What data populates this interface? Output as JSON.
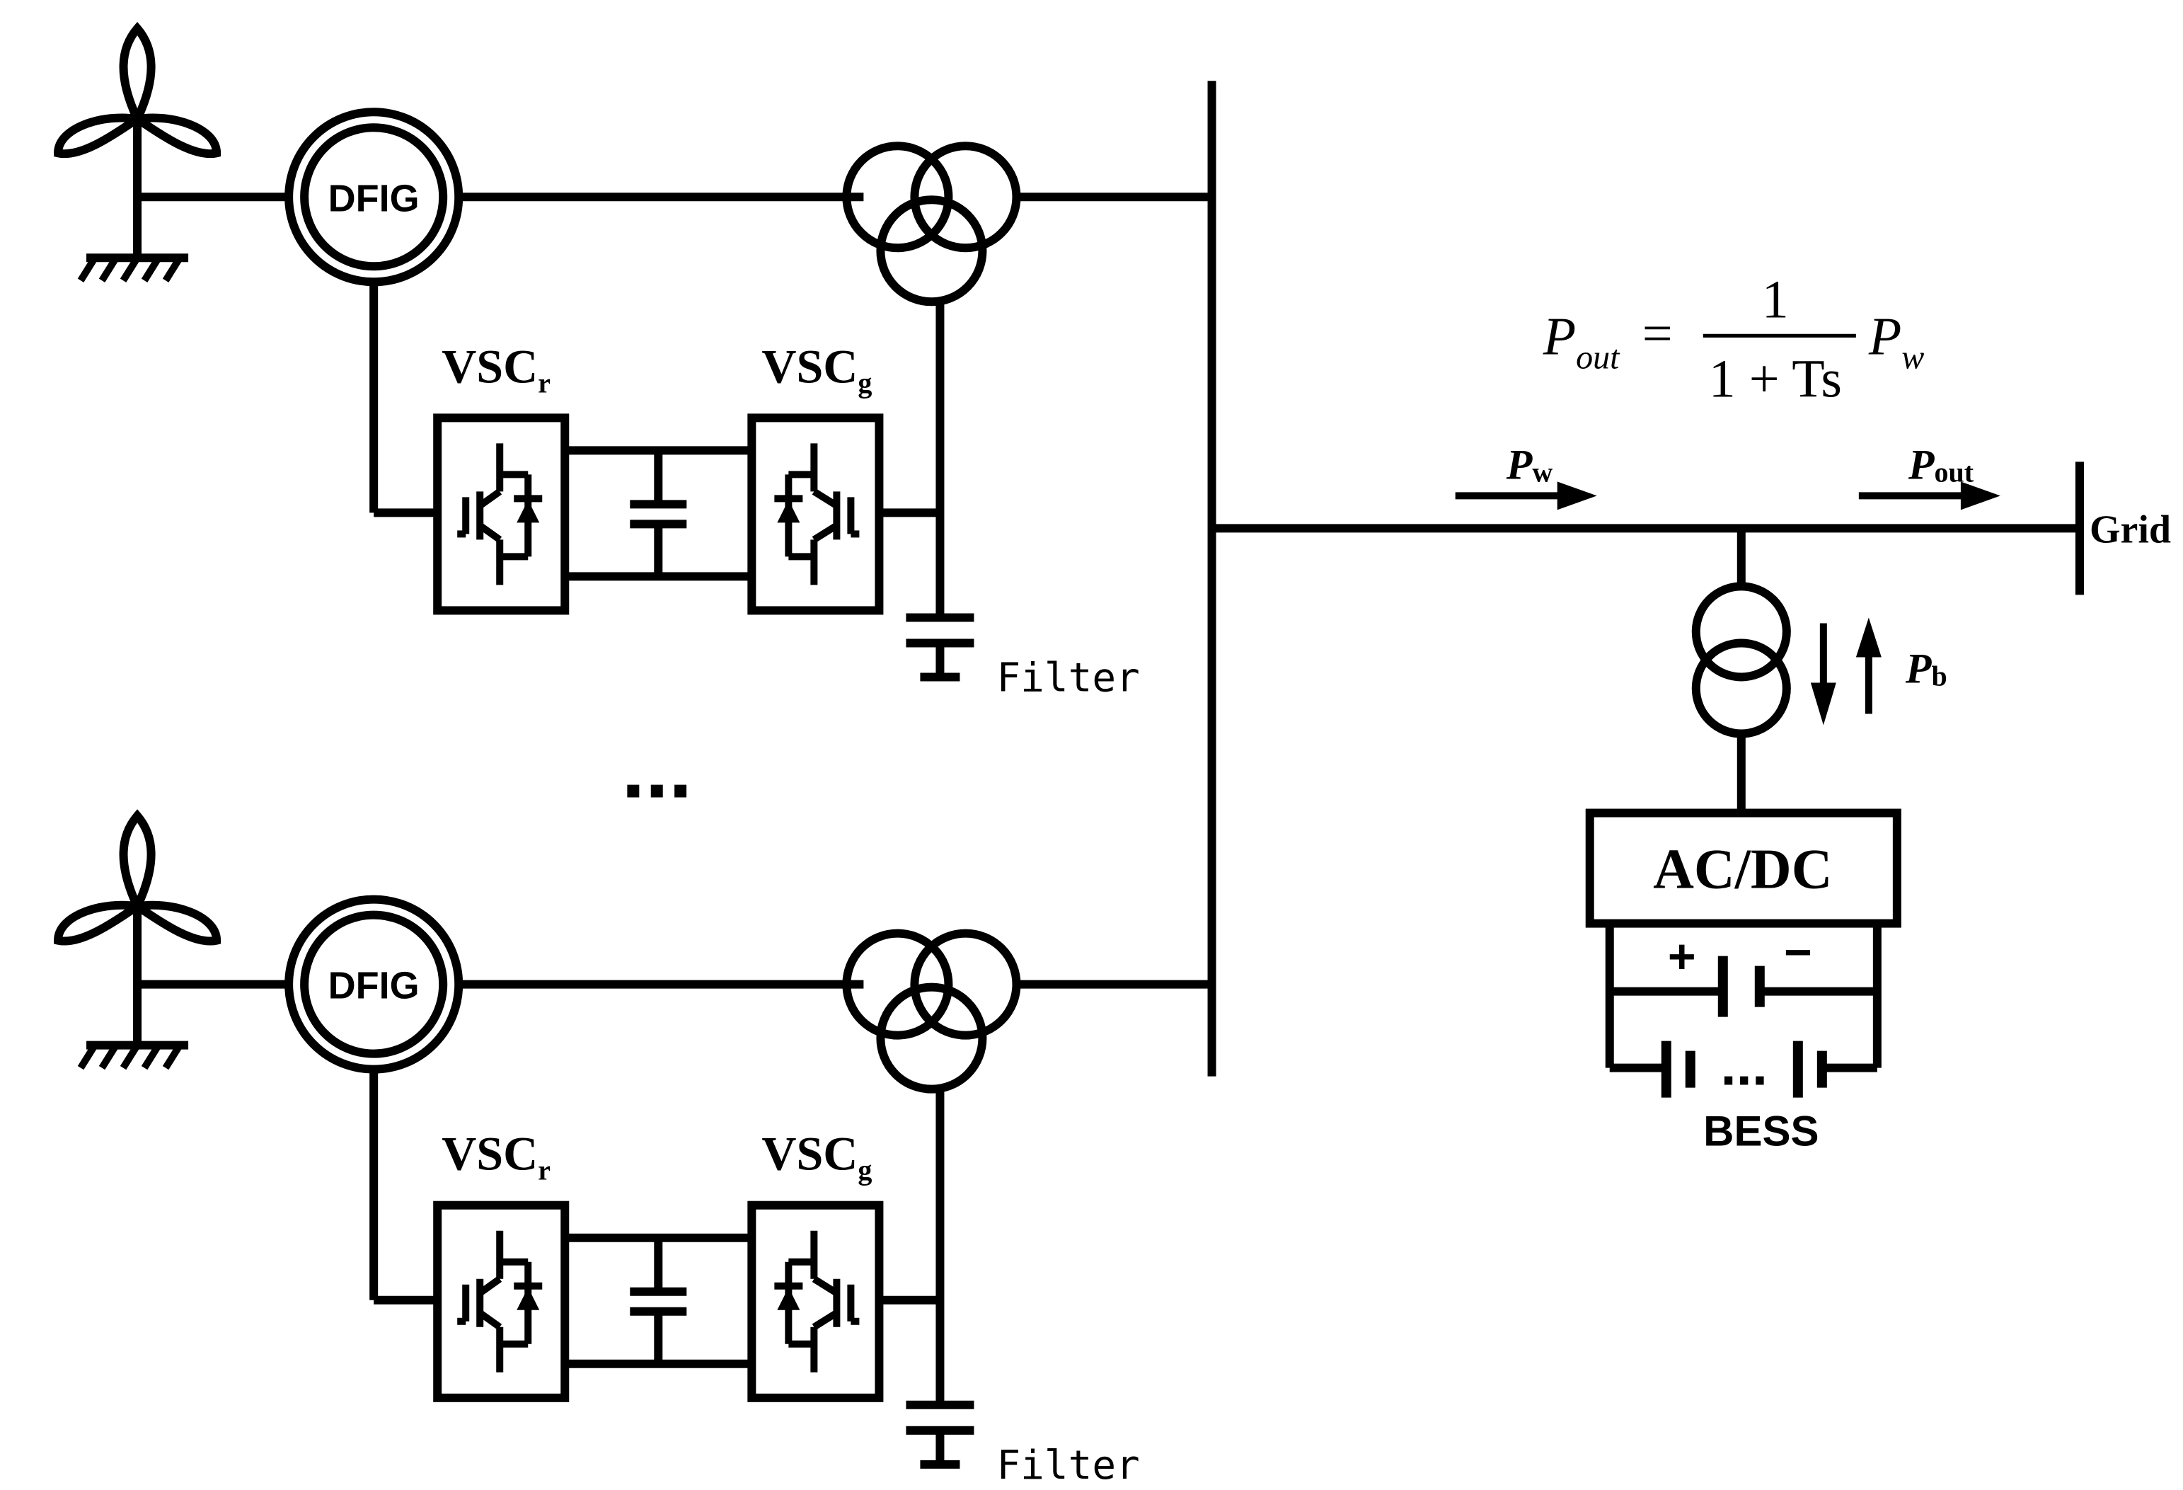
{
  "generator_label": "DFIG",
  "rotor_converter": {
    "main": "VSC",
    "sub": "r"
  },
  "grid_converter": {
    "main": "VSC",
    "sub": "g"
  },
  "filter_label": "Filter",
  "ellipsis": "...",
  "formula": {
    "lhs_main": "P",
    "lhs_sub": "out",
    "equals": "=",
    "numerator": "1",
    "denominator": "1 + Ts",
    "rhs_main": "P",
    "rhs_sub": "w"
  },
  "flows": {
    "pw": {
      "main": "P",
      "sub": "w"
    },
    "pout": {
      "main": "P",
      "sub": "out"
    },
    "pb": {
      "main": "P",
      "sub": "b"
    }
  },
  "grid_label": "Grid",
  "acdc_label": "AC/DC",
  "battery_plus": "+",
  "battery_minus": "−",
  "battery_dots": "...",
  "bess_label": "BESS"
}
